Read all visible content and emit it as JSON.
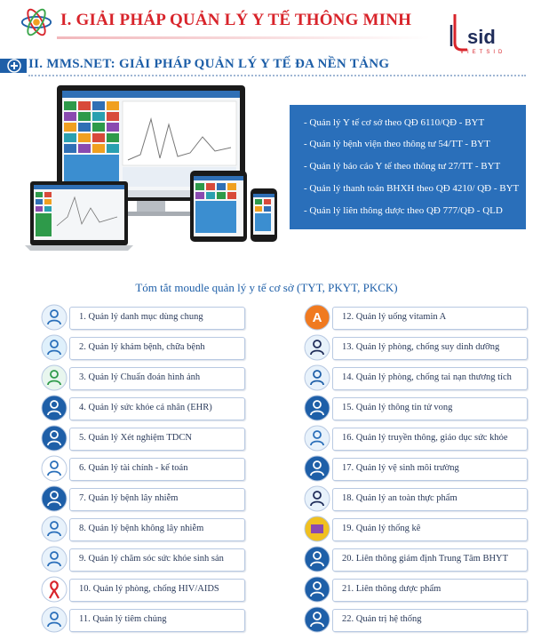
{
  "header1": {
    "title": "I. GIẢI PHÁP QUẢN LÝ Y TẾ THÔNG MINH"
  },
  "brand": {
    "name": "sid",
    "tagline": "VIETSID"
  },
  "header2": {
    "title": "II. MMS.NET: GIẢI PHÁP QUẢN LÝ Y TẾ ĐA NỀN TẢNG"
  },
  "features": [
    "- Quản lý Y tế cơ sở theo QĐ 6110/QĐ - BYT",
    "- Quản lý bệnh viện theo thông tư 54/TT - BYT",
    "- Quản lý báo cáo Y tế theo thông tư 27/TT - BYT",
    "- Quản lý thanh toán BHXH theo QĐ 4210/ QĐ - BYT",
    "- Quản lý liên thông dược theo QĐ 777/QĐ - QLD"
  ],
  "summary_title": "Tóm tắt moudle quản lý y tế cơ sở (TYT, PKYT, PKCK)",
  "modules_left": [
    {
      "label": "1. Quản lý danh mục dùng chung",
      "icon": "doctor-icon"
    },
    {
      "label": "2. Quản lý khám bệnh, chữa bệnh",
      "icon": "stethoscope-icon"
    },
    {
      "label": "3. Quản lý Chuẩn đoán hình ảnh",
      "icon": "nurse-icon"
    },
    {
      "label": "4. Quản lý sức khỏe cá nhân (EHR)",
      "icon": "stethoscope-circle-icon"
    },
    {
      "label": "5. Quản lý Xét nghiệm TDCN",
      "icon": "microscope-icon"
    },
    {
      "label": "6. Quản lý tài chính - kế toán",
      "icon": "finance-icon"
    },
    {
      "label": "7. Quản lý bệnh lây nhiễm",
      "icon": "group-icon"
    },
    {
      "label": "8. Quản lý bệnh không lây nhiễm",
      "icon": "patient-icon"
    },
    {
      "label": "9. Quản lý chăm sóc sức khỏe sinh sản",
      "icon": "mother-baby-icon"
    },
    {
      "label": "10. Quản lý phòng, chống HIV/AIDS",
      "icon": "hiv-ribbon-icon"
    },
    {
      "label": "11. Quản lý tiêm chủng",
      "icon": "syringe-icon"
    }
  ],
  "modules_right": [
    {
      "label": "12. Quản lý uống vitamin A",
      "icon": "vitamin-a-icon"
    },
    {
      "label": "13. Quản lý phòng, chống suy dinh dưỡng",
      "icon": "nutrition-icon"
    },
    {
      "label": "14. Quản lý phòng, chống tai nạn thương tích",
      "icon": "wheelchair-icon"
    },
    {
      "label": "15. Quản lý thông tin tử vong",
      "icon": "tombstone-icon"
    },
    {
      "label": "16. Quản lý truyền thông, giáo dục sức khỏe",
      "icon": "communication-icon"
    },
    {
      "label": "17. Quản lý vệ sinh môi trường",
      "icon": "environment-icon"
    },
    {
      "label": "18. Quản lý an toàn thực phẩm",
      "icon": "food-safety-icon"
    },
    {
      "label": "19. Quản lý thống kê",
      "icon": "statistics-icon"
    },
    {
      "label": "20. Liên thông giám định Trung Tâm BHYT",
      "icon": "insurance-icon"
    },
    {
      "label": "21. Liên thông dược phẩm",
      "icon": "pharmacy-icon"
    },
    {
      "label": "22. Quản trị hệ thống",
      "icon": "admin-icon"
    }
  ],
  "colors": {
    "red": "#d8242b",
    "blue": "#1e5fa8",
    "box_blue": "#2a6fba"
  }
}
